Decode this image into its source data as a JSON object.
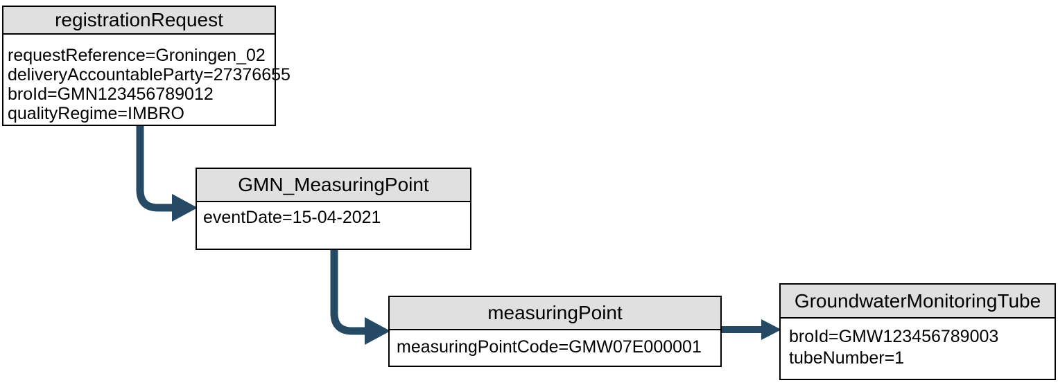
{
  "diagram": {
    "type": "object-diagram",
    "boxes": [
      {
        "title": "registrationRequest",
        "attributes": [
          "requestReference=Groningen_02",
          "deliveryAccountableParty=27376655",
          "broId=GMN123456789012",
          "qualityRegime=IMBRO"
        ]
      },
      {
        "title": "GMN_MeasuringPoint",
        "attributes": [
          "eventDate=15-04-2021"
        ]
      },
      {
        "title": "measuringPoint",
        "attributes": [
          "measuringPointCode=GMW07E000001"
        ]
      },
      {
        "title": "GroundwaterMonitoringTube",
        "attributes": [
          "broId=GMW123456789003",
          "tubeNumber=1"
        ]
      }
    ],
    "connectors": [
      {
        "from": "registrationRequest",
        "to": "GMN_MeasuringPoint"
      },
      {
        "from": "GMN_MeasuringPoint",
        "to": "measuringPoint"
      },
      {
        "from": "measuringPoint",
        "to": "GroundwaterMonitoringTube"
      }
    ],
    "colors": {
      "arrow": "#264A63",
      "node_header_fill": "#E0E0E0",
      "node_border": "#000000",
      "background": "#FFFFFF"
    }
  }
}
